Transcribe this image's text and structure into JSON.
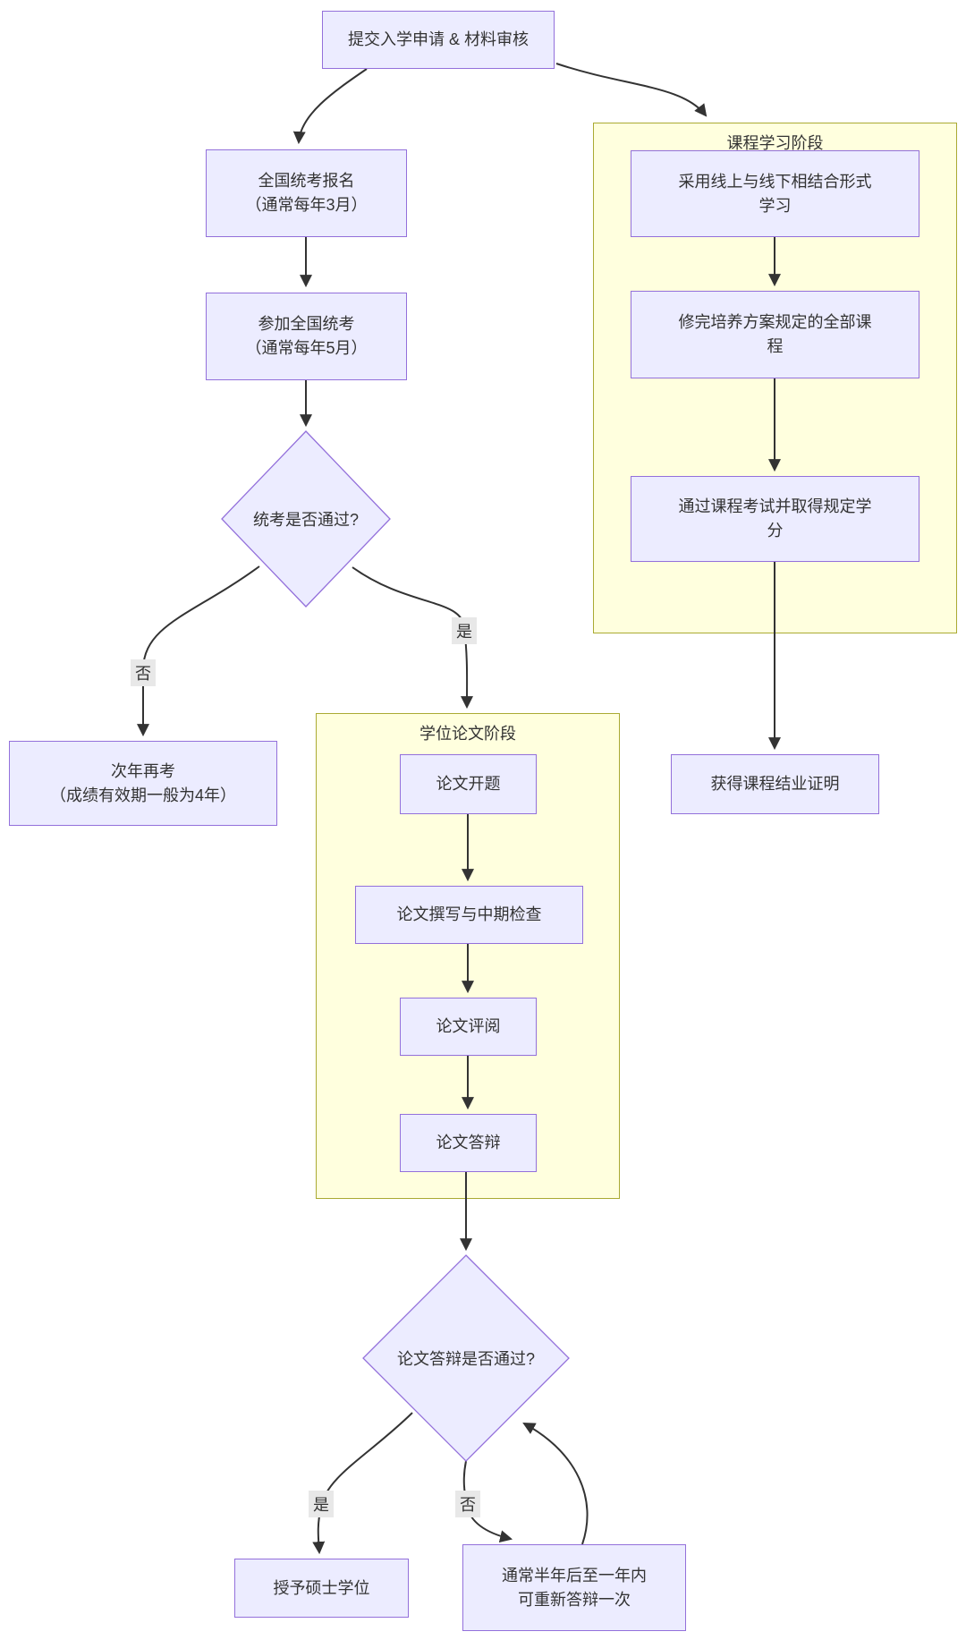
{
  "flowchart": {
    "nodes": {
      "submit": "提交入学申请 & 材料审核",
      "register": "全国统考报名\n（通常每年3月）",
      "exam": "参加全国统考\n（通常每年5月）",
      "exam_pass": "统考是否通过?",
      "retry": "次年再考\n（成绩有效期一般为4年）",
      "thesis_open": "论文开题",
      "thesis_write": "论文撰写与中期检查",
      "thesis_review": "论文评阅",
      "thesis_defense": "论文答辩",
      "defense_pass": "论文答辩是否通过?",
      "award": "授予硕士学位",
      "redefend": "通常半年后至一年内\n可重新答辩一次",
      "course_online": "采用线上与线下相结合形式\n学习",
      "course_complete": "修完培养方案规定的全部课\n程",
      "course_credits": "通过课程考试并取得规定学\n分",
      "certificate": "获得课程结业证明"
    },
    "subgraphs": {
      "course": "课程学习阶段",
      "thesis": "学位论文阶段"
    },
    "edge_labels": {
      "yes1": "是",
      "no1": "否",
      "yes2": "是",
      "no2": "否"
    },
    "colors": {
      "node_fill": "#ECECFF",
      "node_border": "#9370DB",
      "subgraph_fill": "#FFFFDE",
      "subgraph_border": "#AAAA33",
      "edge": "#333333",
      "edge_label_bg": "#E8E8E8",
      "text": "#333333"
    }
  }
}
